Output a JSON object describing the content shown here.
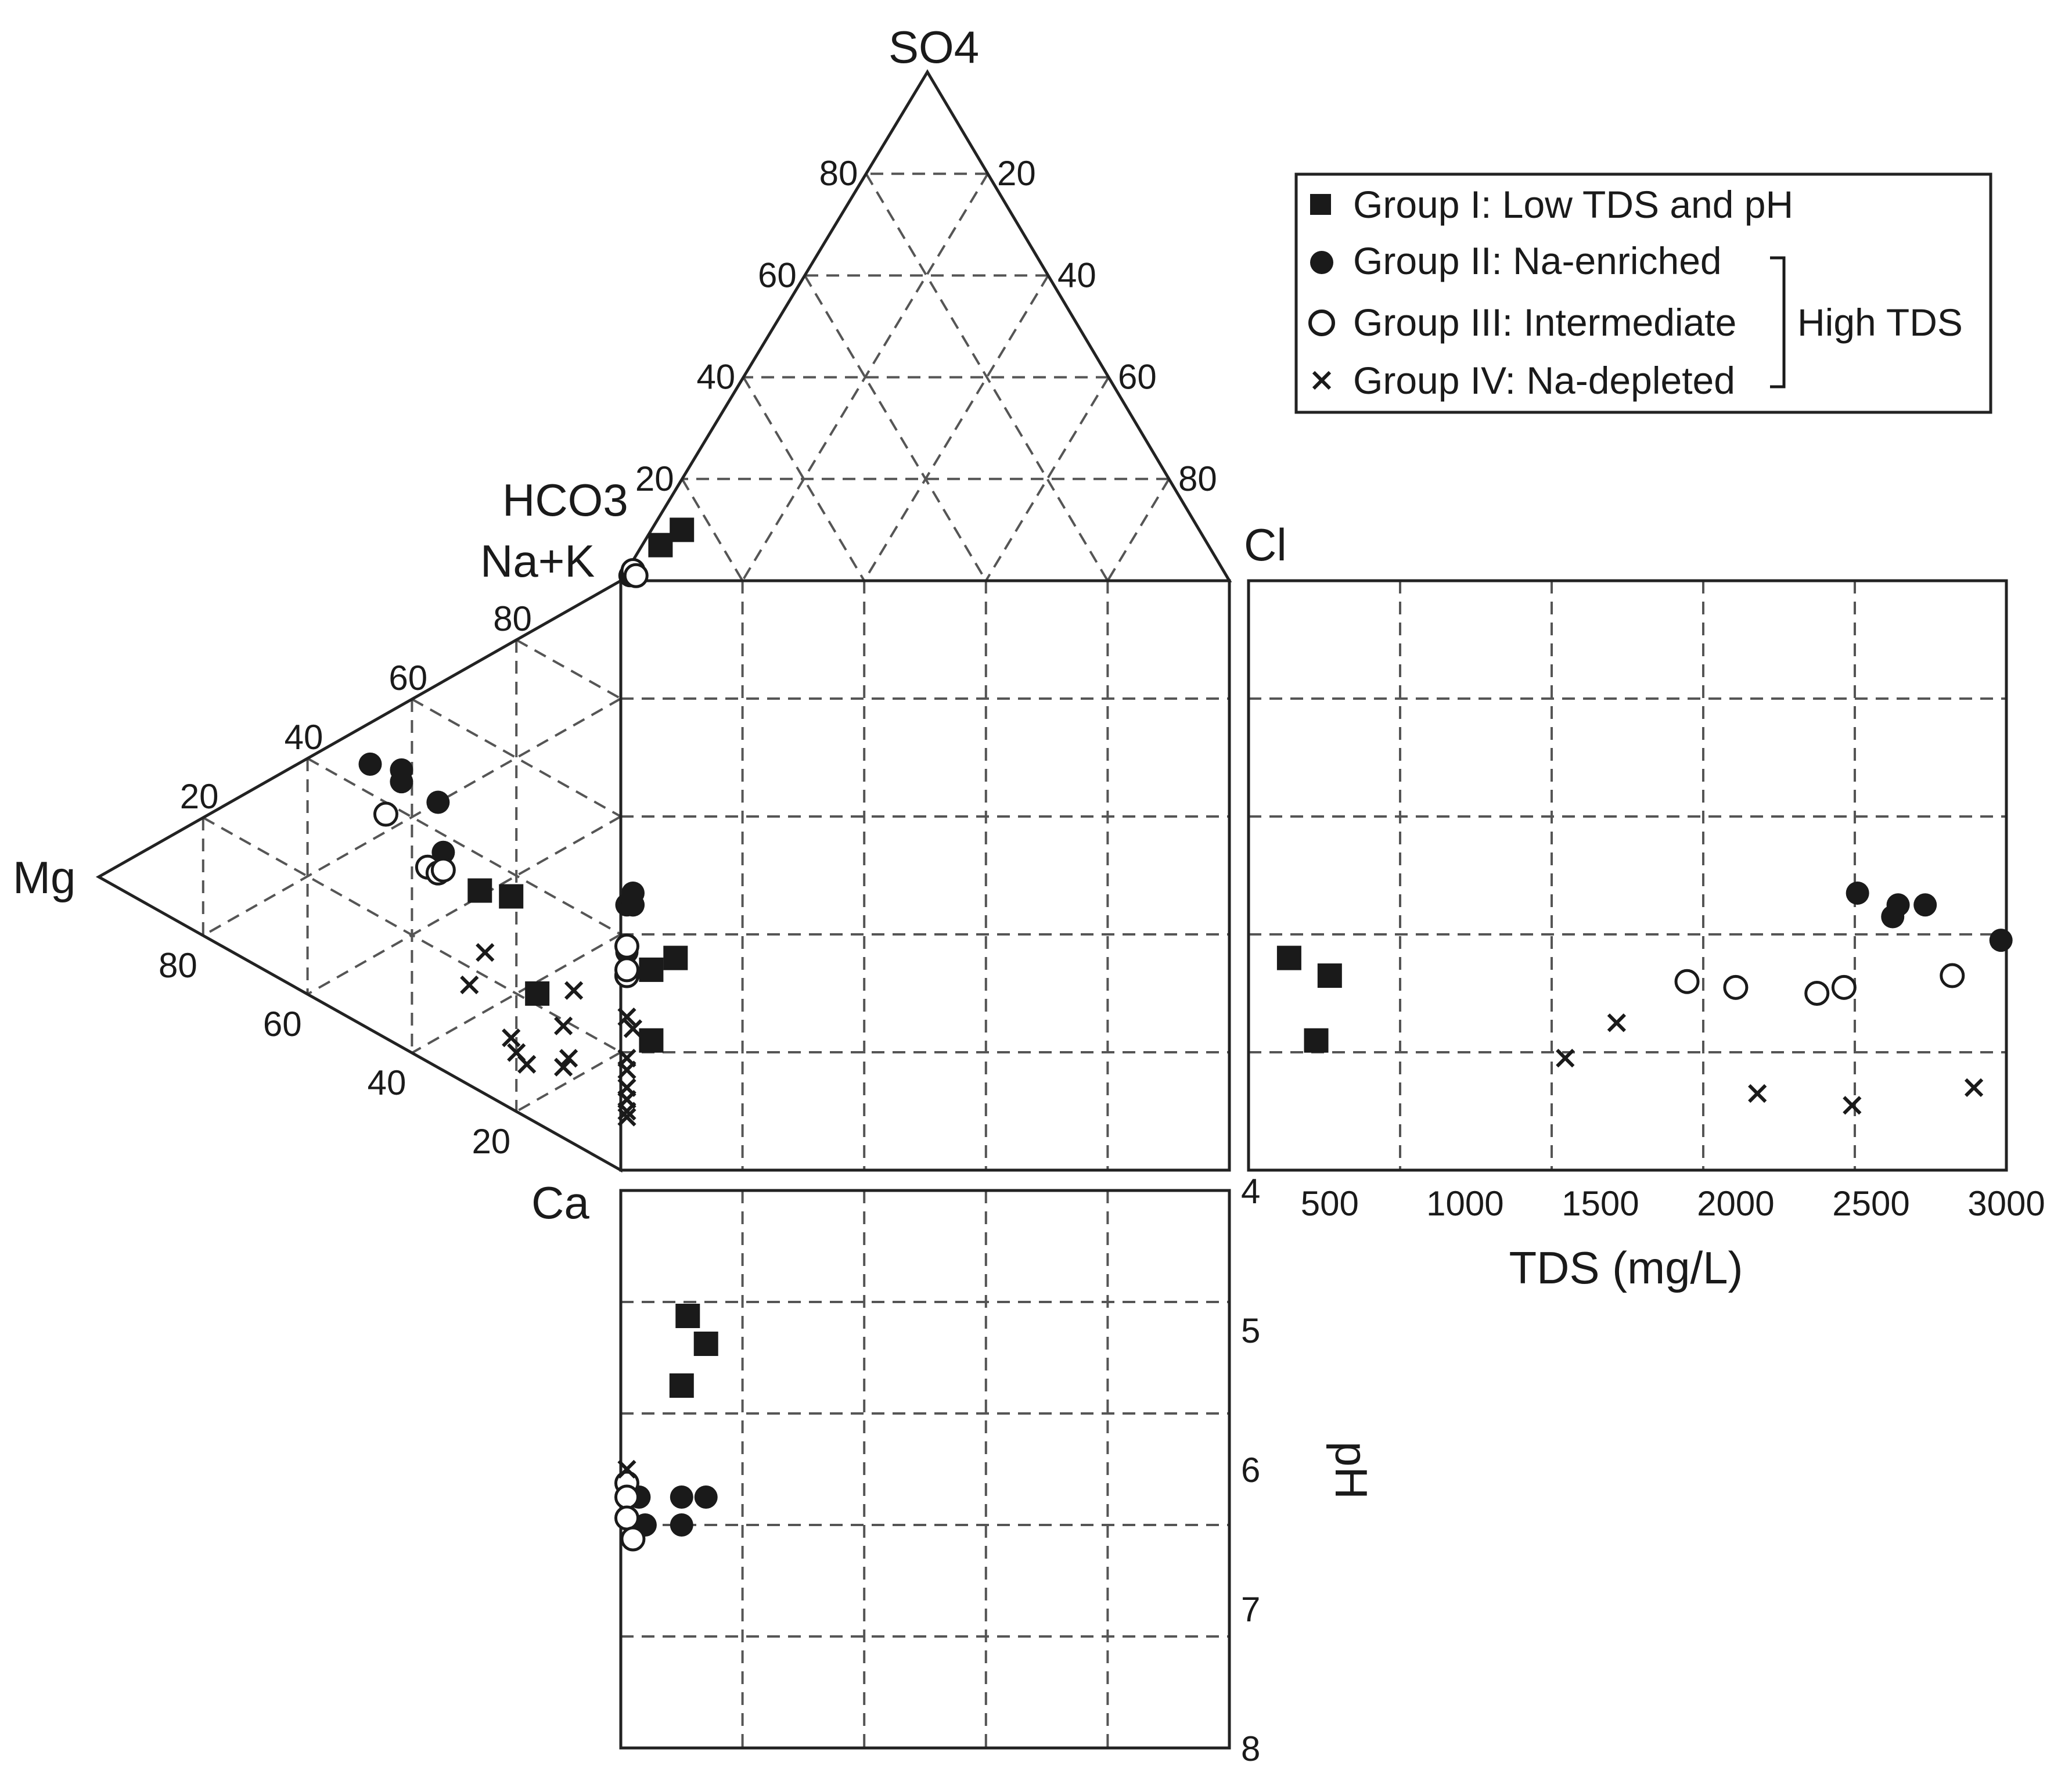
{
  "chart_data": {
    "type": "scatter",
    "legend": {
      "placement": "top-right",
      "entries": [
        {
          "label": "Group I: Low TDS and pH",
          "marker": "filled-square"
        },
        {
          "label": "Group II: Na-enriched",
          "marker": "filled-circle"
        },
        {
          "label": "Group III: Intermediate",
          "marker": "open-circle"
        },
        {
          "label": "Group IV: Na-depleted",
          "marker": "cross"
        }
      ],
      "bracket_label": "High TDS"
    },
    "labels": {
      "so4": "SO4",
      "hco3": "HCO3",
      "cl": "Cl",
      "nak": "Na+K",
      "mg": "Mg",
      "ca": "Ca",
      "tds_axis": "TDS (mg/L)",
      "ph_axis": "pH"
    },
    "ticks": {
      "triangle": [
        "20",
        "40",
        "60",
        "80"
      ],
      "tds": [
        "500",
        "1000",
        "1500",
        "2000",
        "2500",
        "3000"
      ],
      "ph": [
        "4",
        "5",
        "6",
        "7",
        "8"
      ]
    },
    "anion_triangle": {
      "components": [
        "SO4",
        "Cl",
        "HCO3"
      ],
      "series": [
        {
          "name": "Group I",
          "points": [
            {
              "so4": 10,
              "cl": 5
            },
            {
              "so4": 7,
              "cl": 3
            }
          ]
        },
        {
          "name": "Group II",
          "points": [
            {
              "so4": 1,
              "cl": 1
            }
          ]
        },
        {
          "name": "Group III",
          "points": [
            {
              "so4": 2,
              "cl": 1
            },
            {
              "so4": 1,
              "cl": 2
            }
          ]
        }
      ]
    },
    "cation_triangle": {
      "components": [
        "Na+K",
        "Mg",
        "Ca"
      ],
      "series": [
        {
          "name": "Group I",
          "points": [
            {
              "nak": 34,
              "mg": 27
            },
            {
              "nak": 36,
              "mg": 21
            },
            {
              "nak": 22,
              "mg": 16
            }
          ]
        },
        {
          "name": "Group II",
          "points": [
            {
              "nak": 45,
              "mg": 48
            },
            {
              "nak": 45,
              "mg": 42
            },
            {
              "nak": 47,
              "mg": 42
            },
            {
              "nak": 45,
              "mg": 35
            },
            {
              "nak": 37,
              "mg": 34
            }
          ]
        },
        {
          "name": "Group III",
          "points": [
            {
              "nak": 38,
              "mg": 45
            },
            {
              "nak": 33,
              "mg": 37
            },
            {
              "nak": 33,
              "mg": 35
            },
            {
              "nak": 34,
              "mg": 34
            }
          ]
        },
        {
          "name": "Group IV",
          "points": [
            {
              "nak": 24,
              "mg": 26
            },
            {
              "nak": 17,
              "mg": 29
            },
            {
              "nak": 12,
              "mg": 21
            },
            {
              "nak": 10,
              "mg": 20
            },
            {
              "nak": 9,
              "mg": 18
            },
            {
              "nak": 26,
              "mg": 9
            },
            {
              "nak": 19,
              "mg": 11
            },
            {
              "nak": 14,
              "mg": 10
            },
            {
              "nak": 12,
              "mg": 11
            }
          ]
        }
      ]
    },
    "tds_plot": {
      "x_label": "TDS (mg/L)",
      "x_range": [
        200,
        3000
      ],
      "y_range": [
        0,
        100
      ],
      "series": [
        {
          "name": "Group I",
          "points": [
            {
              "tds": 350,
              "na": 36
            },
            {
              "tds": 500,
              "na": 33
            },
            {
              "tds": 450,
              "na": 22
            }
          ]
        },
        {
          "name": "Group II",
          "points": [
            {
              "tds": 2450,
              "na": 47
            },
            {
              "tds": 2600,
              "na": 45
            },
            {
              "tds": 2700,
              "na": 45
            },
            {
              "tds": 2580,
              "na": 43
            },
            {
              "tds": 2980,
              "na": 39
            }
          ]
        },
        {
          "name": "Group III",
          "points": [
            {
              "tds": 1820,
              "na": 32
            },
            {
              "tds": 2000,
              "na": 31
            },
            {
              "tds": 2300,
              "na": 30
            },
            {
              "tds": 2400,
              "na": 31
            },
            {
              "tds": 2800,
              "na": 33
            }
          ]
        },
        {
          "name": "Group IV",
          "points": [
            {
              "tds": 1370,
              "na": 19
            },
            {
              "tds": 1560,
              "na": 25
            },
            {
              "tds": 2080,
              "na": 13
            },
            {
              "tds": 2430,
              "na": 11
            },
            {
              "tds": 2880,
              "na": 14
            }
          ]
        }
      ]
    },
    "ph_plot": {
      "y_label": "pH",
      "y_range": [
        4,
        8
      ],
      "series": [
        {
          "name": "Group I",
          "points": [
            {
              "nak": 11,
              "ph": 4.9
            },
            {
              "nak": 14,
              "ph": 5.1
            },
            {
              "nak": 10,
              "ph": 5.4
            }
          ]
        },
        {
          "name": "Group II",
          "points": [
            {
              "nak": 3,
              "ph": 6.2
            },
            {
              "nak": 4,
              "ph": 6.4
            },
            {
              "nak": 10,
              "ph": 6.2
            },
            {
              "nak": 14,
              "ph": 6.2
            },
            {
              "nak": 10,
              "ph": 6.4
            }
          ]
        },
        {
          "name": "Group III",
          "points": [
            {
              "nak": 1,
              "ph": 6.1
            },
            {
              "nak": 1,
              "ph": 6.2
            },
            {
              "nak": 1,
              "ph": 6.35
            },
            {
              "nak": 2,
              "ph": 6.5
            }
          ]
        },
        {
          "name": "Group IV",
          "points": [
            {
              "nak": 1,
              "ph": 6.0
            }
          ]
        }
      ]
    }
  }
}
